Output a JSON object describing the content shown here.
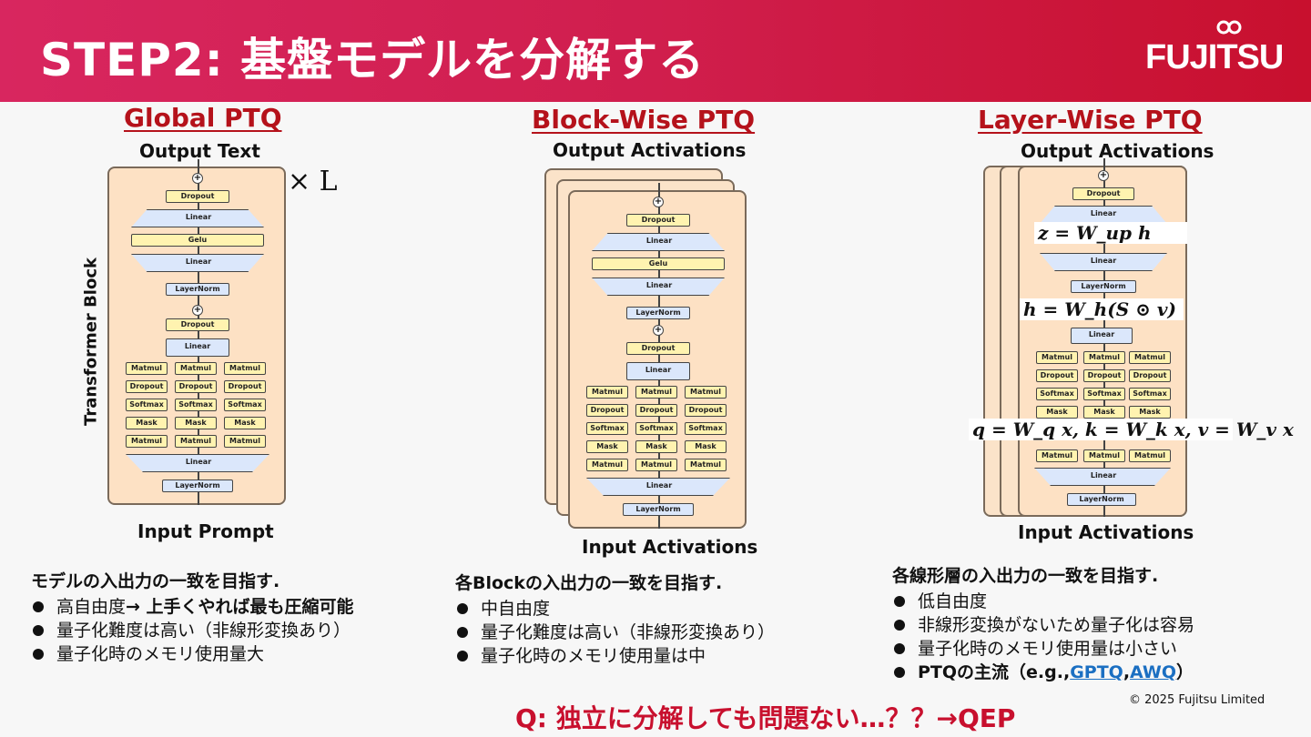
{
  "header": {
    "title": "STEP2: 基盤モデルを分解する",
    "logo_text": "FUJITSU",
    "bg_color": "#d01e4d"
  },
  "columns": [
    {
      "title": "Global PTQ",
      "output_label": "Output Text",
      "input_label": "Input Prompt",
      "side_label": "Transformer Block",
      "repeat_label": "× L",
      "description_head": "モデルの入出力の一致を目指す.",
      "bullets": [
        "高自由度",
        "量子化難度は高い（非線形変換あり）",
        "量子化時のメモリ使用量大"
      ],
      "bullet1_arrow": "→ 上手くやれば最も圧縮可能"
    },
    {
      "title": "Block-Wise PTQ",
      "output_label": "Output Activations",
      "input_label": "Input Activations",
      "description_head": "各Blockの入出力の一致を目指す.",
      "bullets": [
        "中自由度",
        "量子化難度は高い（非線形変換あり）",
        "量子化時のメモリ使用量は中"
      ]
    },
    {
      "title": "Layer-Wise PTQ",
      "output_label": "Output Activations",
      "input_label": "Input Activations",
      "formulas": [
        "z = W_up h",
        "h = W_h(S ⊙ v)",
        "q = W_q x, k = W_k x, v = W_v x"
      ],
      "description_head": "各線形層の入出力の一致を目指す.",
      "bullets": [
        "低自由度",
        "非線形変換がないため量子化は容易",
        "量子化時のメモリ使用量は小さい"
      ],
      "last_bullet_prefix": "PTQの主流（e.g., ",
      "link1": "GPTQ",
      "sep": ", ",
      "link2": "AWQ",
      "last_bullet_suffix": "）"
    }
  ],
  "diagram_labels": {
    "dropout": "Dropout",
    "linear": "Linear",
    "gelu": "Gelu",
    "layernorm": "LayerNorm",
    "matmul": "Matmul",
    "softmax": "Softmax",
    "mask": "Mask",
    "plus": "+"
  },
  "question": "Q: 独立に分解しても問題ない…？？→QEP",
  "copyright": "© 2025 Fujitsu Limited",
  "colors": {
    "accent_red": "#c8102e",
    "block_bg": "#fde1c4",
    "module_yellow": "#fff3b0",
    "module_blue": "#dbe7fb",
    "link_blue": "#1b6fc2"
  }
}
